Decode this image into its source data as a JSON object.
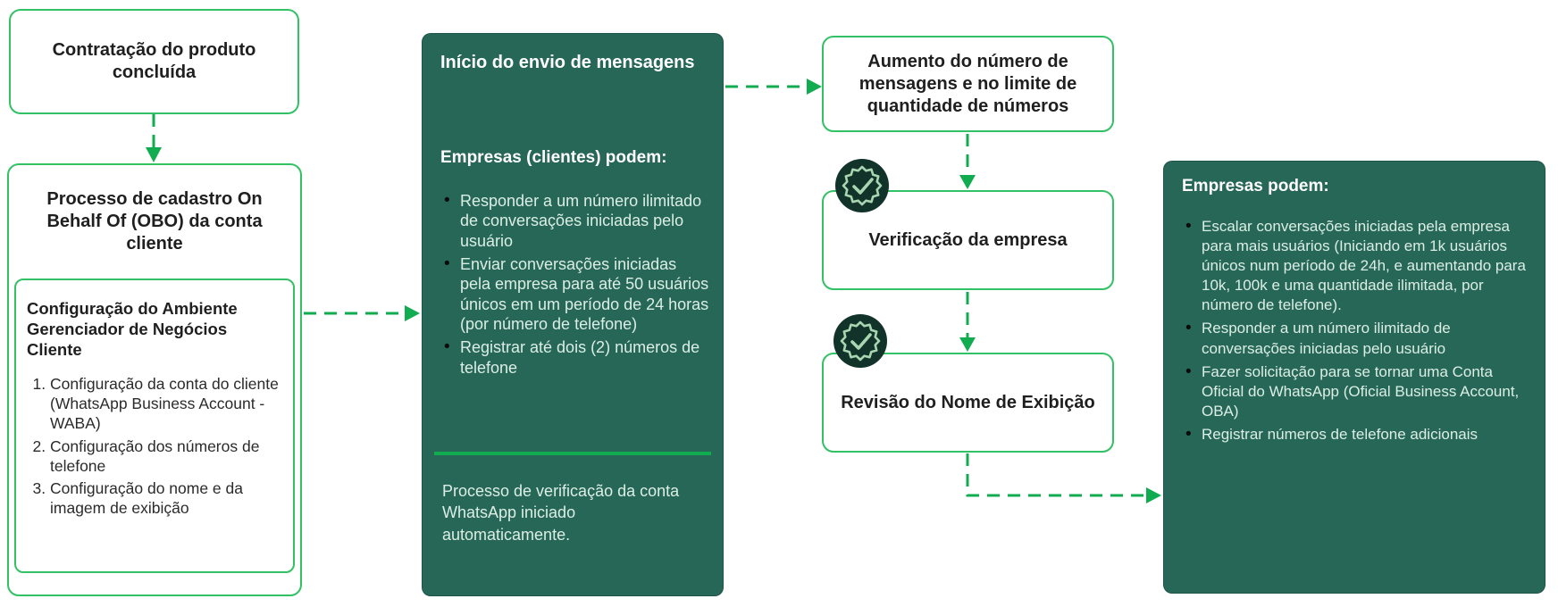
{
  "colors": {
    "accent_green": "#12AC50",
    "border_green": "#33C166",
    "teal": "#266758",
    "teal_text": "#DCEEE4",
    "badge_fill": "#11332A",
    "badge_stroke": "#A9D6B1",
    "heading_text": "#1F1F1F"
  },
  "icons": {
    "verified_badge": "verified-seal-with-checkmark"
  },
  "flow": {
    "contract_box": {
      "title": "Contratação do produto concluída"
    },
    "obo_box": {
      "title": "Processo de cadastro On Behalf Of (OBO) da conta cliente",
      "setup_box": {
        "title": "Configuração do Ambiente Gerenciador de Negócios Cliente",
        "steps": [
          "Configuração da conta do cliente (WhatsApp Business Account - WABA)",
          "Configuração dos números de telefone",
          "Configuração do nome e da imagem de exibição"
        ]
      }
    },
    "messaging_panel": {
      "title": "Início do envio de mensagens",
      "subtitle": "Empresas (clientes) podem:",
      "bullets": [
        "Responder a um número ilimitado de conversações iniciadas pelo usuário",
        "Enviar conversações iniciadas pela empresa para até 50 usuários únicos em um período de 24 horas (por número de telefone)",
        "Registrar até dois (2) números de telefone"
      ],
      "note": "Processo de verificação da conta WhatsApp iniciado automaticamente."
    },
    "increase_box": {
      "title": "Aumento do número de mensagens e no limite de quantidade de números"
    },
    "verification_box": {
      "title": "Verificação da empresa"
    },
    "display_name_box": {
      "title": "Revisão do Nome de Exibição"
    },
    "scale_panel": {
      "title": "Empresas podem:",
      "bullets": [
        "Escalar conversações iniciadas pela empresa para mais usuários (Iniciando em 1k usuários únicos num período de 24h, e aumentando para 10k, 100k e uma quantidade ilimitada, por número de telefone).",
        "Responder a um número ilimitado de conversações iniciadas pelo usuário",
        "Fazer solicitação para se tornar uma Conta Oficial do WhatsApp (Oficial Business Account, OBA)",
        "Registrar números de telefone adicionais"
      ]
    }
  }
}
